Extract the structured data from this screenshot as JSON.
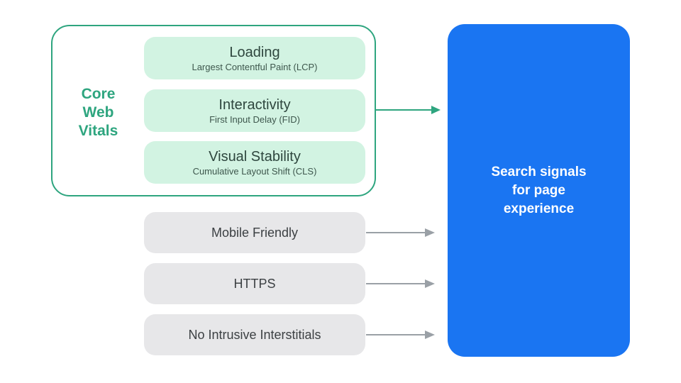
{
  "title": "Search signals for page experience diagram",
  "colors": {
    "green": "#2EA57F",
    "green-light": "#D2F3E2",
    "green-dark-text": "#2E463E",
    "green-sub-text": "#3E574D",
    "gray-box": "#E7E7E9",
    "dark-text": "#3C4043",
    "gray-arrow": "#9AA0A6",
    "blue": "#1A75F2",
    "white-text": "#FFFFFF"
  },
  "core_web_vitals": {
    "label": "Core\nWeb\nVitals",
    "items": [
      {
        "title": "Loading",
        "subtitle": "Largest Contentful Paint (LCP)"
      },
      {
        "title": "Interactivity",
        "subtitle": "First Input Delay (FID)"
      },
      {
        "title": "Visual Stability",
        "subtitle": "Cumulative Layout Shift (CLS)"
      }
    ]
  },
  "other_signals": [
    {
      "label": "Mobile Friendly"
    },
    {
      "label": "HTTPS"
    },
    {
      "label": "No Intrusive Interstitials"
    }
  ],
  "result_box": {
    "label": "Search signals for page experience"
  }
}
